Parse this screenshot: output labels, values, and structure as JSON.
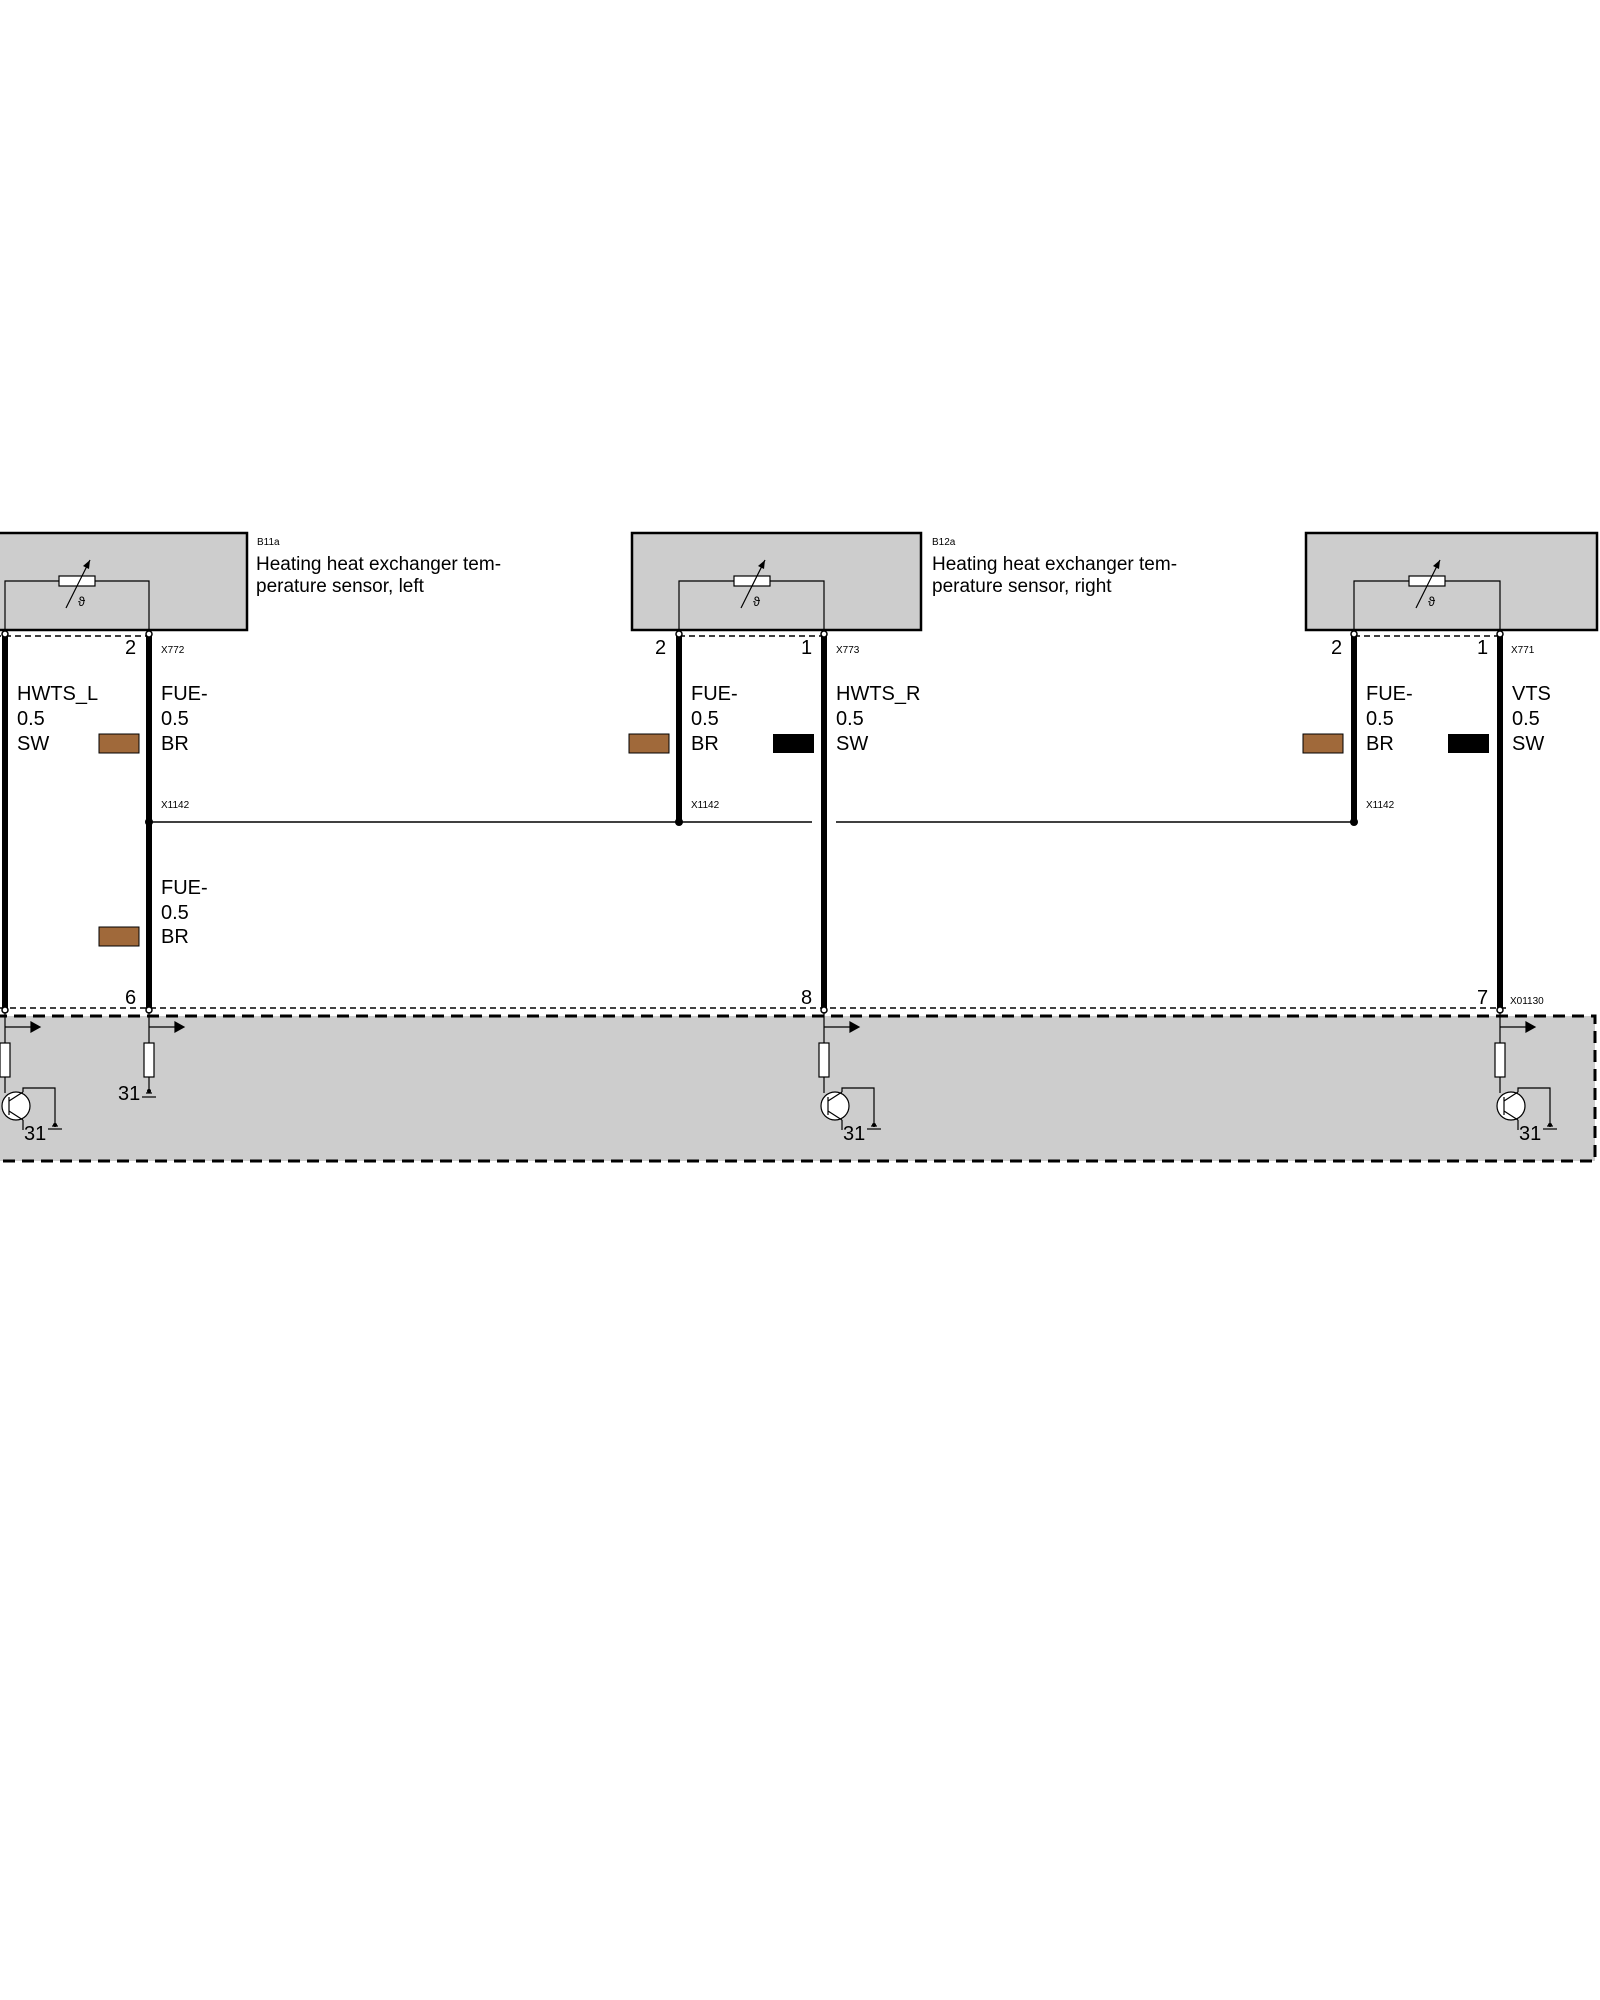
{
  "components": {
    "b11a": {
      "id": "B11a",
      "desc_line1": "Heating heat exchanger tem-",
      "desc_line2": "perature sensor, left",
      "connector": "X772",
      "pin_left": "2"
    },
    "b12a": {
      "id": "B12a",
      "desc_line1": "Heating heat exchanger tem-",
      "desc_line2": "perature sensor, right",
      "connector": "X773",
      "pin_left": "2",
      "pin_right": "1"
    },
    "sensor3": {
      "connector": "X771",
      "pin_left": "2",
      "pin_right": "1"
    }
  },
  "sensor_symbol": "ϑ",
  "wires": {
    "hwts_l": {
      "name": "HWTS_L",
      "size": "0.5",
      "color": "SW"
    },
    "fue_1": {
      "name": "FUE-",
      "size": "0.5",
      "color": "BR"
    },
    "fue_2": {
      "name": "FUE-",
      "size": "0.5",
      "color": "BR"
    },
    "hwts_r": {
      "name": "HWTS_R",
      "size": "0.5",
      "color": "SW"
    },
    "fue_3": {
      "name": "FUE-",
      "size": "0.5",
      "color": "BR"
    },
    "vts": {
      "name": "VTS",
      "size": "0.5",
      "color": "SW"
    },
    "fue_lower": {
      "name": "FUE-",
      "size": "0.5",
      "color": "BR"
    }
  },
  "splices": {
    "s1": "X1142",
    "s2": "X1142",
    "s3": "X1142"
  },
  "control_unit": {
    "connector": "X01130",
    "pin_6": "6",
    "pin_8": "8",
    "pin_7": "7",
    "ground_a": "31",
    "ground_b": "31",
    "ground_c": "31",
    "ground_d": "31"
  },
  "colors": {
    "brown": "#a0693a",
    "black": "#000000",
    "gray": "#cdcdcd"
  }
}
